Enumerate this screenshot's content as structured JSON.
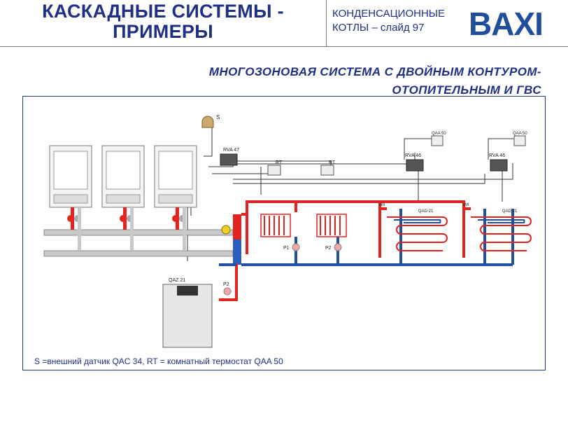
{
  "header": {
    "title_line1": "КАСКАДНЫЕ СИСТЕМЫ -",
    "title_line2": "ПРИМЕРЫ",
    "subtitle_line1": "КОНДЕНСАЦИОННЫЕ",
    "subtitle_line2": "КОТЛЫ – слайд 97",
    "logo": "BAXI"
  },
  "heading": {
    "line1": "МНОГОЗОНОВАЯ СИСТЕМА С ДВОЙНЫМ КОНТУРОМ-",
    "line2": "ОТОПИТЕЛЬНЫМ И ГВС"
  },
  "diagram": {
    "sensor_s": "S",
    "controller_main": "RVA 47",
    "controller_zone1": "RVA 46",
    "controller_zone2": "RVA 46",
    "room_thermostat_1": "RT",
    "room_thermostat_2": "RT",
    "room_unit_1": "QAA 50",
    "room_unit_2": "QAA 50",
    "tank_label": "QAZ 21",
    "pump_p1": "P1",
    "pump_p2": "P2",
    "pump_tank": "P2",
    "valve_vm1": "VM",
    "valve_vm2": "VM",
    "qad_1": "QAD 21",
    "qad_2": "QAD 21"
  },
  "footnote": "S =внешний датчик QAC 34, RT = комнатный термостат QAA 50",
  "colors": {
    "title": "#1f2f86",
    "logo": "#1f4e9c",
    "hot_pipe": "#e52420",
    "cold_pipe": "#1f4fa8",
    "frame": "#1f3f86"
  }
}
